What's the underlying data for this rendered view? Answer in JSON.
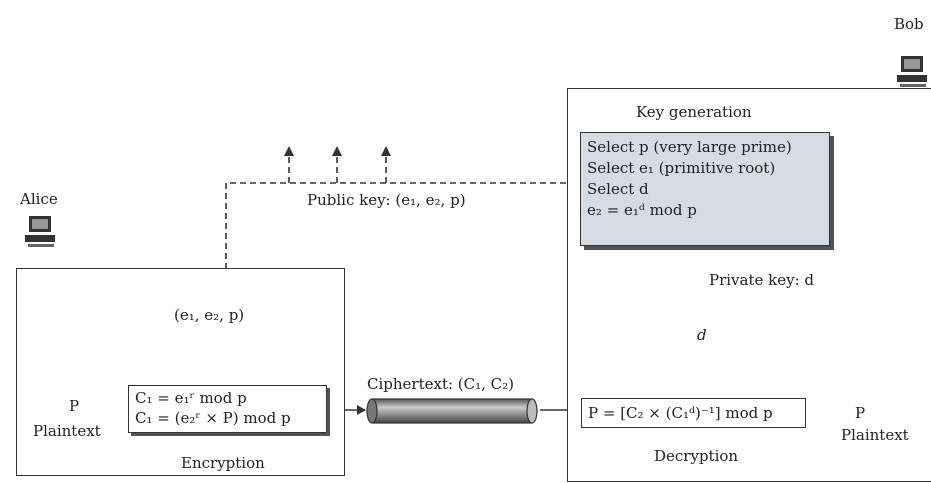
{
  "parties": {
    "alice": "Alice",
    "bob": "Bob"
  },
  "public_key_label": "Public key: (e₁, e₂, p)",
  "public_key_at_alice": "(e₁, e₂, p)",
  "key_generation": {
    "title": "Key generation",
    "steps": [
      "Select p (very large prime)",
      "Select e₁ (primitive root)",
      "Select d",
      "e₂ = e₁ᵈ mod p"
    ]
  },
  "private_key_label": "Private key: d",
  "private_key_at_bob": "d",
  "encryption": {
    "title": "Encryption",
    "formula_1": "C₁ = e₁ʳ mod p",
    "formula_2": "C₁ = (e₂ʳ × P) mod p",
    "input_symbol": "P",
    "input_label": "Plaintext"
  },
  "ciphertext_label": "Ciphertext: (C₁, C₂)",
  "decryption": {
    "title": "Decryption",
    "formula": "P = [C₂ × (C₁ᵈ)⁻¹] mod p",
    "output_symbol": "P",
    "output_label": "Plaintext"
  },
  "icons": [
    "computer-icon",
    "key-icon",
    "arrow-icon",
    "cylinder-channel-icon"
  ]
}
